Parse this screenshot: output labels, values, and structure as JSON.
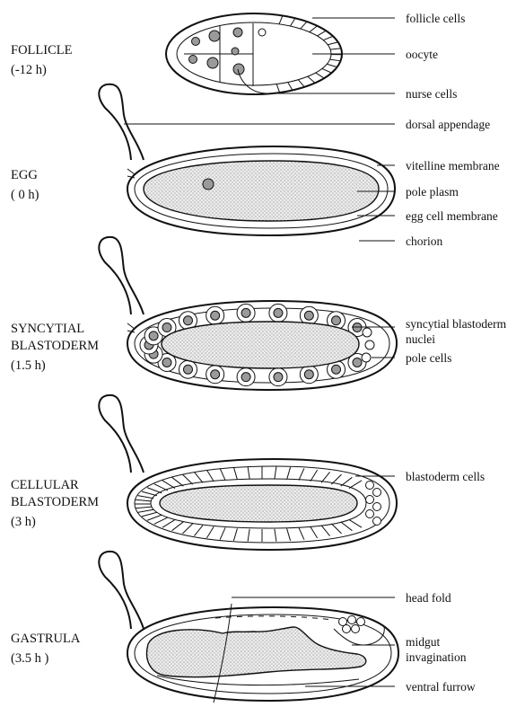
{
  "stages": [
    {
      "name_lines": [
        "FOLLICLE"
      ],
      "time": "(-12 h)"
    },
    {
      "name_lines": [
        "EGG"
      ],
      "time": "( 0 h)"
    },
    {
      "name_lines": [
        "SYNCYTIAL",
        "BLASTODERM"
      ],
      "time": "(1.5 h)"
    },
    {
      "name_lines": [
        "CELLULAR",
        "BLASTODERM"
      ],
      "time": "(3 h)"
    },
    {
      "name_lines": [
        "GASTRULA"
      ],
      "time": "(3.5 h )"
    }
  ],
  "labels": {
    "follicle_cells": "follicle cells",
    "oocyte": "oocyte",
    "nurse_cells": "nurse cells",
    "dorsal_appendage": "dorsal appendage",
    "vitelline_membrane": "vitelline membrane",
    "pole_plasm": "pole plasm",
    "egg_cell_membrane": "egg cell membrane",
    "chorion": "chorion",
    "syncytial_nuclei_line1": "syncytial blastoderm",
    "syncytial_nuclei_line2": "nuclei",
    "pole_cells": "pole cells",
    "blastoderm_cells": "blastoderm cells",
    "head_fold": "head fold",
    "midgut_line1": "midgut",
    "midgut_line2": "invagination",
    "ventral_furrow": "ventral furrow"
  }
}
